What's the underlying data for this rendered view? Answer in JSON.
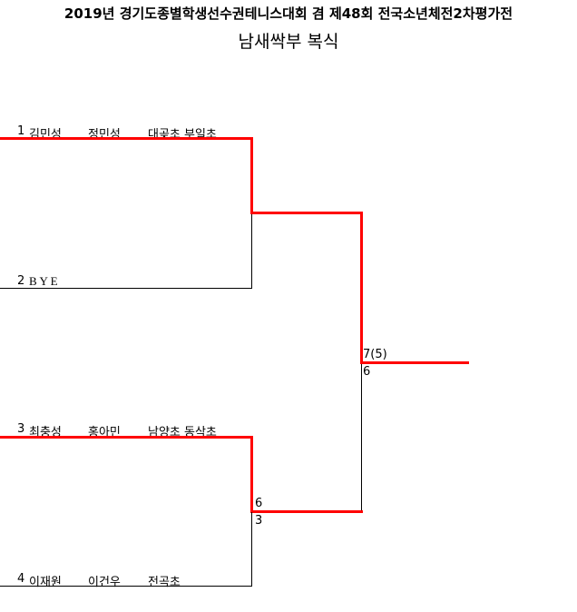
{
  "title": "2019년  경기도종별학생선수권테니스대회 겸 제48회 전국소년체전2차평가전",
  "subtitle": "남새싹부  복식",
  "entries": [
    {
      "seed": "1",
      "player1": "김민성",
      "player2": "정민성",
      "school": "대곶초 부일초"
    },
    {
      "seed": "2",
      "player1": "B Y E",
      "player2": "",
      "school": ""
    },
    {
      "seed": "3",
      "player1": "최충성",
      "player2": "홍아민",
      "school": "남양초 동삭초"
    },
    {
      "seed": "4",
      "player1": "이재원",
      "player2": "이건우",
      "school": "전곡초"
    }
  ],
  "scores": {
    "final_top": "7(5)",
    "final_bottom": "6",
    "semi2_top": "6",
    "semi2_bottom": "3"
  }
}
